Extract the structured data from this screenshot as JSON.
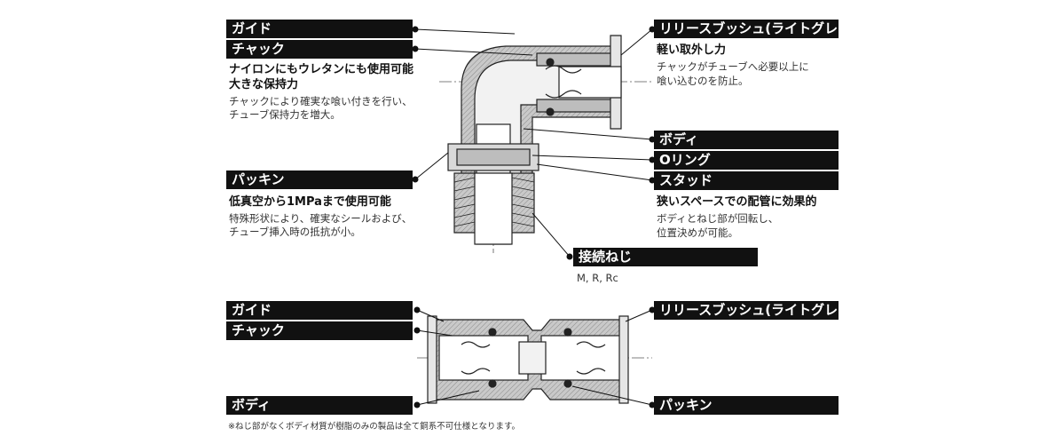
{
  "top": {
    "guide": "ガイド",
    "chuck": "チャック",
    "chuck_head": [
      "ナイロンにもウレタンにも使用可能",
      "大きな保持力"
    ],
    "chuck_desc": [
      "チャックにより確実な喰い付きを行い、",
      "チューブ保持力を増大。"
    ],
    "packing": "パッキン",
    "packing_head": "低真空から1MPaまで使用可能",
    "packing_desc": [
      "特殊形状により、確実なシールおよび、",
      "チューブ挿入時の抵抗が小。"
    ],
    "release_bush": "リリースブッシュ(ライトグレー)",
    "release_head": "軽い取外し力",
    "release_desc": [
      "チャックがチューブへ必要以上に",
      "喰い込むのを防止。"
    ],
    "body": "ボディ",
    "oring": "Oリング",
    "stud": "スタッド",
    "stud_head": "狭いスペースでの配管に効果的",
    "stud_desc": [
      "ボディとねじ部が回転し、",
      "位置決めが可能。"
    ],
    "thread": "接続ねじ",
    "thread_desc": "M, R, Rc"
  },
  "bottom": {
    "guide": "ガイド",
    "chuck": "チャック",
    "body": "ボディ",
    "release_bush": "リリースブッシュ(ライトグレー)",
    "packing": "パッキン"
  },
  "footnote": "※ねじ部がなくボディ材質が樹脂のみの製品は全て銅系不可仕様となります。"
}
